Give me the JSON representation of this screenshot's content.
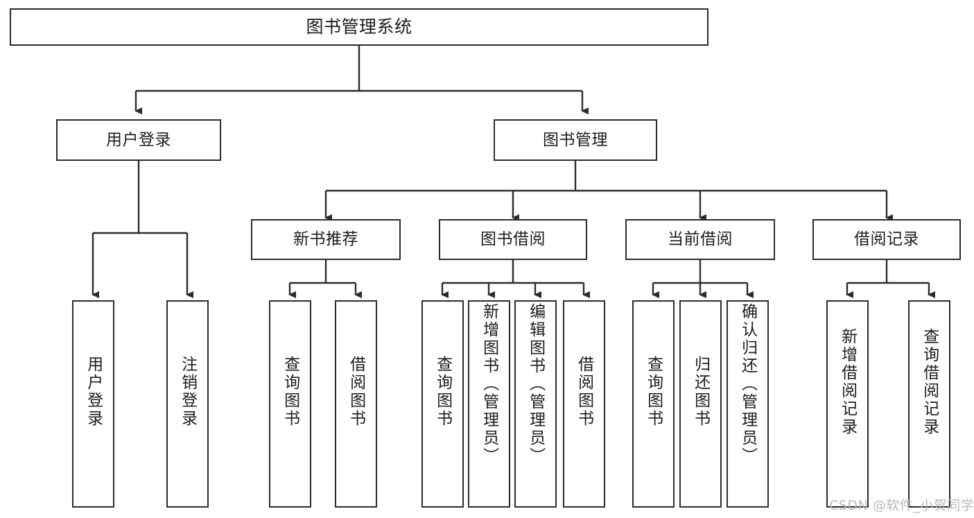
{
  "diagram": {
    "title": "图书管理系统",
    "type": "tree",
    "root": {
      "id": "root",
      "label": "图书管理系统"
    },
    "level2": [
      {
        "id": "user-login",
        "label": "用户登录"
      },
      {
        "id": "book-manage",
        "label": "图书管理"
      }
    ],
    "level3": [
      {
        "id": "new-book-recommend",
        "label": "新书推荐"
      },
      {
        "id": "book-borrow",
        "label": "图书借阅"
      },
      {
        "id": "current-borrow",
        "label": "当前借阅"
      },
      {
        "id": "borrow-record",
        "label": "借阅记录"
      }
    ],
    "leaves": {
      "user_login": [
        {
          "id": "leaf-user-login",
          "label": "用户登录"
        },
        {
          "id": "leaf-user-logout",
          "label": "注销登录"
        }
      ],
      "new_book_recommend": [
        {
          "id": "leaf-query-book-1",
          "label": "查询图书"
        },
        {
          "id": "leaf-borrow-book-1",
          "label": "借阅图书"
        }
      ],
      "book_borrow": [
        {
          "id": "leaf-query-book-2",
          "label": "查询图书"
        },
        {
          "id": "leaf-add-book",
          "label": "新增图书（管理员）"
        },
        {
          "id": "leaf-edit-book",
          "label": "编辑图书（管理员）"
        },
        {
          "id": "leaf-borrow-book-2",
          "label": "借阅图书"
        }
      ],
      "current_borrow": [
        {
          "id": "leaf-query-book-3",
          "label": "查询图书"
        },
        {
          "id": "leaf-return-book",
          "label": "归还图书"
        },
        {
          "id": "leaf-confirm-return",
          "label": "确认归还（管理员）"
        }
      ],
      "borrow_record": [
        {
          "id": "leaf-add-record",
          "label": "新增借阅记录"
        },
        {
          "id": "leaf-query-record",
          "label": "查询借阅记录"
        }
      ]
    }
  },
  "watermark": {
    "text": "CSDN @软件_小贺同学"
  },
  "colors": {
    "stroke": "#2b2b2b",
    "background": "#ffffff",
    "text": "#1c1c1c",
    "watermark": "#b9b9b9"
  }
}
